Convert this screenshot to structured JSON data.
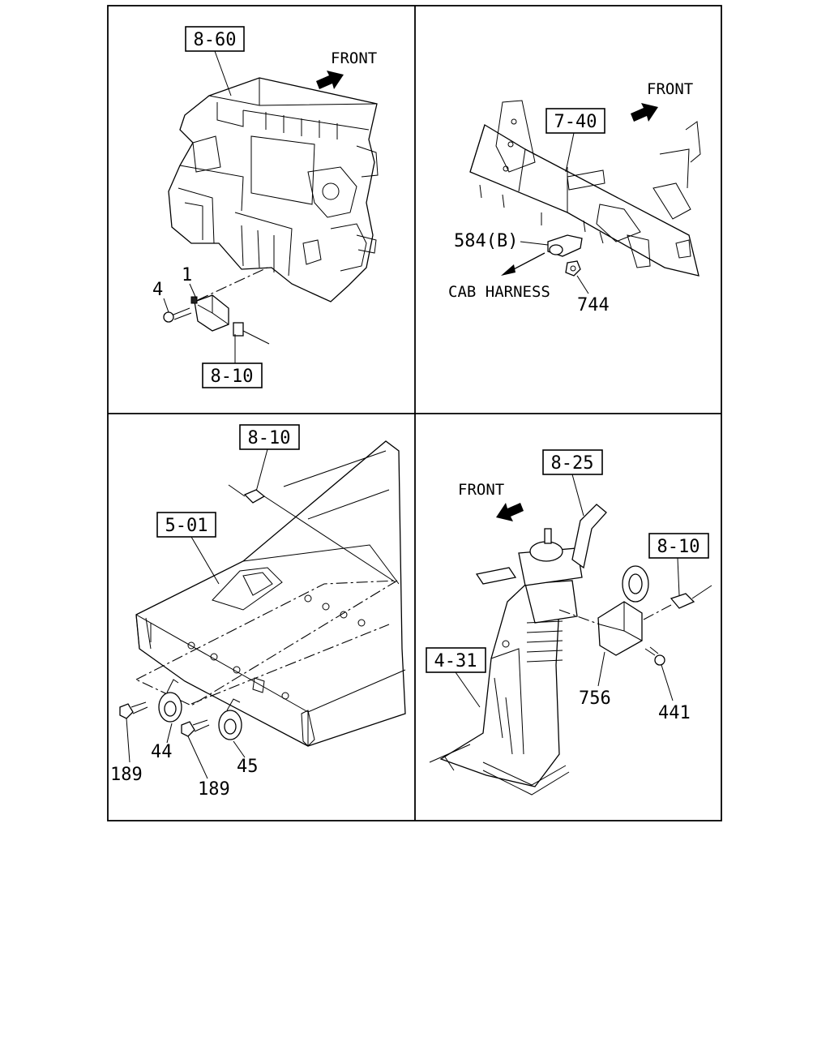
{
  "panels": {
    "top_left": {
      "ref_box_top": "8-60",
      "front": "FRONT",
      "callout_1": "1",
      "callout_4": "4",
      "ref_box_bottom": "8-10"
    },
    "top_right": {
      "ref_box": "7-40",
      "front": "FRONT",
      "connector": "584(B)",
      "harness": "CAB HARNESS",
      "callout_744": "744"
    },
    "bottom_left": {
      "ref_box_top": "8-10",
      "ref_box_frame": "5-01",
      "callout_189a": "189",
      "callout_44": "44",
      "callout_189b": "189",
      "callout_45": "45"
    },
    "bottom_right": {
      "ref_box_top": "8-25",
      "front": "FRONT",
      "ref_box_right": "8-10",
      "ref_box_left": "4-31",
      "callout_756": "756",
      "callout_441": "441"
    }
  }
}
